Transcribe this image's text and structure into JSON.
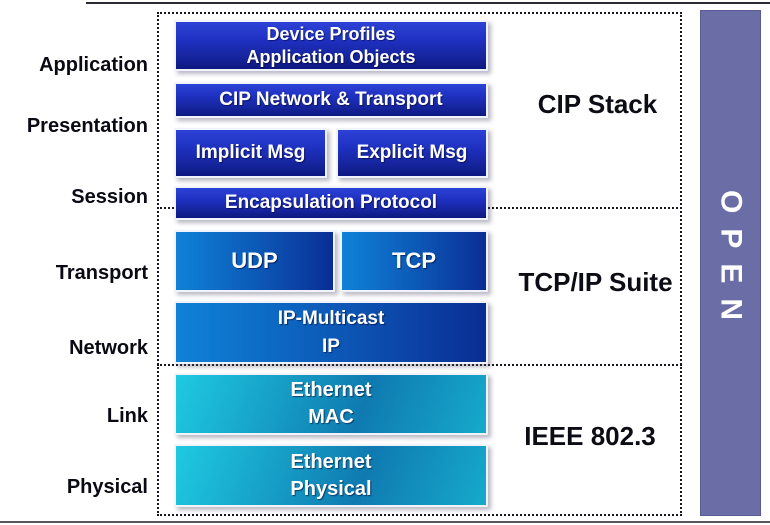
{
  "osi_layers": [
    "Application",
    "Presentation",
    "Session",
    "Transport",
    "Network",
    "Link",
    "Physical"
  ],
  "stack": {
    "cip": {
      "section_label": "CIP Stack",
      "boxes": {
        "device_profiles": {
          "line1": "Device Profiles",
          "line2": "Application Objects"
        },
        "cip_network_transport": {
          "line1": "CIP Network & Transport"
        },
        "implicit_msg": {
          "line1": "Implicit Msg"
        },
        "explicit_msg": {
          "line1": "Explicit Msg"
        },
        "encapsulation": {
          "line1": "Encapsulation Protocol"
        }
      }
    },
    "tcpip": {
      "section_label": "TCP/IP Suite",
      "boxes": {
        "udp": {
          "line1": "UDP"
        },
        "tcp": {
          "line1": "TCP"
        },
        "ip": {
          "line1": "IP-Multicast",
          "line2": "IP"
        }
      }
    },
    "ieee": {
      "section_label": "IEEE 802.3",
      "boxes": {
        "ethernet_mac": {
          "line1": "Ethernet",
          "line2": "MAC"
        },
        "ethernet_physical": {
          "line1": "Ethernet",
          "line2": "Physical"
        }
      }
    }
  },
  "banner": {
    "text": "OPEN",
    "color": "#6a6da6"
  },
  "colors": {
    "cip_box_top": "#2d42d6",
    "cip_box_bottom": "#0c1880",
    "tcpip_box_left": "#0f82d6",
    "tcpip_box_right": "#0a2e94",
    "ethernet_box_light": "#1fcae2",
    "ethernet_box_dark": "#0f7ab0",
    "banner": "#6a6da6",
    "box_text": "#ffffff",
    "label_text": "#0a0a14"
  }
}
